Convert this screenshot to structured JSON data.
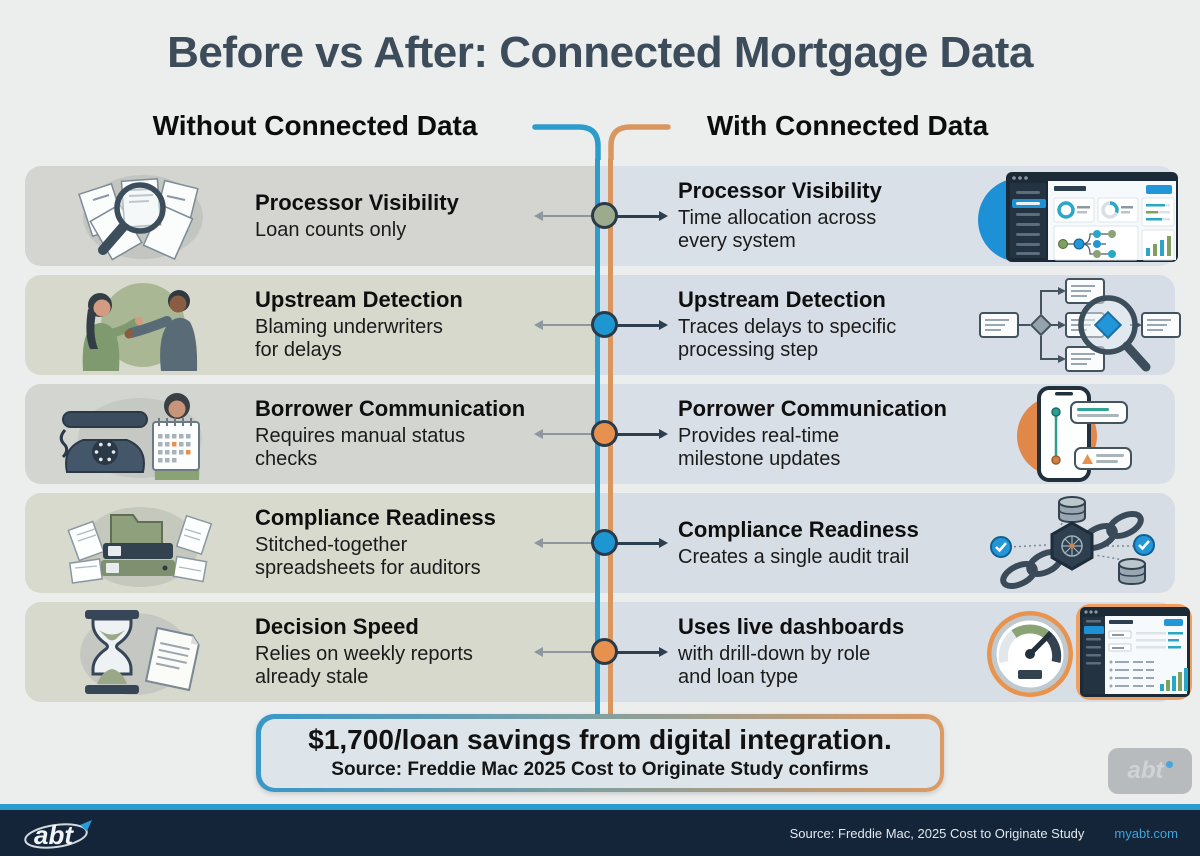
{
  "title": "Before vs After: Connected Mortgage Data",
  "columns": {
    "left_header": "Without Connected Data",
    "right_header": "With Connected Data"
  },
  "rows": [
    {
      "node_color": "#9cab8c",
      "left": {
        "title": "Processor Visibility",
        "subtitle": "Loan counts only",
        "icon": "magnifier-documents-icon"
      },
      "right": {
        "title": "Processor Visibility",
        "subtitle": "Time allocation across\nevery system",
        "icon": "analytics-dashboard-icon"
      }
    },
    {
      "node_color": "#1e96d2",
      "left": {
        "title": "Upstream Detection",
        "subtitle": "Blaming underwriters\nfor delays",
        "icon": "people-blaming-icon"
      },
      "right": {
        "title": "Upstream Detection",
        "subtitle": "Traces delays to specific\nprocessing step",
        "icon": "flowchart-magnifier-icon"
      }
    },
    {
      "node_color": "#e8914e",
      "left": {
        "title": "Borrower Communication",
        "subtitle": "Requires manual status\nchecks",
        "icon": "phone-calendar-icon"
      },
      "right": {
        "title": "Porrower Communication",
        "subtitle": "Provides real-time\nmilestone updates",
        "icon": "phone-notifications-icon"
      }
    },
    {
      "node_color": "#1e96d2",
      "left": {
        "title": "Compliance Readiness",
        "subtitle": "Stitched-together\nspreadsheets for auditors",
        "icon": "binders-spreadsheets-icon"
      },
      "right": {
        "title": "Compliance Readiness",
        "subtitle": "Creates a single audit trail",
        "icon": "blockchain-audit-icon"
      }
    },
    {
      "node_color": "#e8914e",
      "left": {
        "title": "Decision Speed",
        "subtitle": "Relies on weekly reports\nalready stale",
        "icon": "hourglass-report-icon"
      },
      "right": {
        "title": "Uses live dashboards",
        "subtitle": "with drill-down by role\nand loan type",
        "icon": "gauge-dashboard-icon"
      }
    }
  ],
  "callout": {
    "headline": "$1,700/loan savings from digital integration.",
    "source": "Source: Freddie Mac 2025 Cost to Originate Study confirms"
  },
  "watermark": {
    "label": "abt"
  },
  "footer": {
    "logo_text": "abt",
    "source": "Source: Freddie Mac, 2025 Cost to Originate Study",
    "link": "myabt.com"
  },
  "colors": {
    "accent_blue": "#2b9ccb",
    "accent_orange": "#d9975f",
    "node_sage": "#9cab8c",
    "node_blue": "#1e96d2",
    "node_orange": "#e8914e",
    "footer_bg": "#14253a",
    "link_blue": "#3da4dc",
    "title_slate": "#3d4c5a"
  }
}
